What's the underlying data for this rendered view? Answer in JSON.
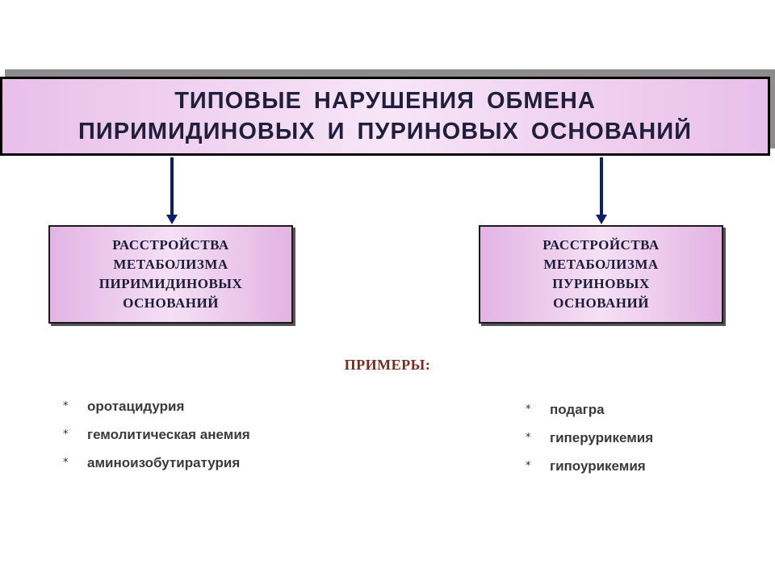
{
  "title": {
    "lines": [
      "ТИПОВЫЕ НАРУШЕНИЯ ОБМЕНА",
      "ПИРИМИДИНОВЫХ И ПУРИНОВЫХ ОСНОВАНИЙ"
    ]
  },
  "categories": [
    {
      "lines": [
        "РАССТРОЙСТВА",
        "МЕТАБОЛИЗМА",
        "ПИРИМИДИНОВЫХ",
        "ОСНОВАНИЙ"
      ]
    },
    {
      "lines": [
        "РАССТРОЙСТВА",
        "МЕТАБОЛИЗМА",
        "ПУРИНОВЫХ",
        "ОСНОВАНИЙ"
      ]
    }
  ],
  "examples": {
    "heading": "ПРИМЕРЫ:",
    "bullet": "*",
    "left": [
      "оротацидурия",
      "гемолитическая анемия",
      "аминоизобутиратурия"
    ],
    "right": [
      "подагра",
      "гиперурикемия",
      "гипоурикемия"
    ]
  },
  "colors": {
    "box_fill": "#e9bfe9",
    "arrow": "#0c1f6e",
    "heading": "#7a2b1e"
  }
}
